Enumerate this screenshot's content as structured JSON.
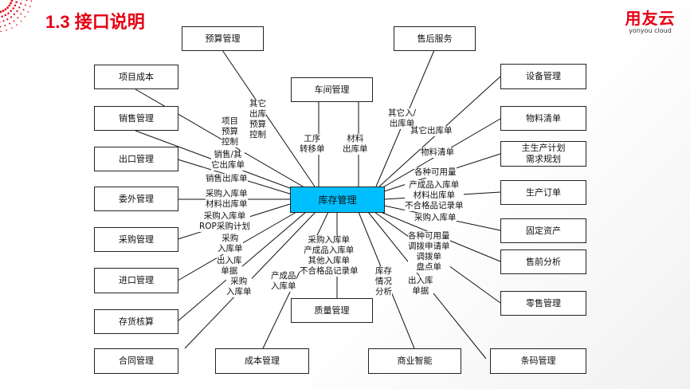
{
  "title": "1.3 接口说明",
  "logo": {
    "cn": "用友云",
    "en": "yonyou cloud"
  },
  "colors": {
    "title": "#e60012",
    "center": "#00bfff"
  },
  "center": "库存管理",
  "boxes": {
    "yusuan": "预算管理",
    "shouhou": "售后服务",
    "xiangmu": "项目成本",
    "shebei": "设备管理",
    "chejian": "车间管理",
    "xiaoshou": "销售管理",
    "wuliao": "物料清单",
    "chukou": "出口管理",
    "zhushengchan": "主生产计划\n需求规划",
    "weiwai": "委外管理",
    "shengchan": "生产订单",
    "guding": "固定资产",
    "caigou": "采购管理",
    "shouqian": "售前分析",
    "jinkou": "进口管理",
    "lingshou": "零售管理",
    "zhiliang": "质量管理",
    "cunhuo": "存货核算",
    "hetong": "合同管理",
    "chengben": "成本管理",
    "shangye": "商业智能",
    "tiaoma": "条码管理"
  },
  "labels": {
    "l_yusuan": "其它\n出库\n预算\n控制",
    "l_xiangmu": "项目\n预算\n控制",
    "l_xiaoshou": "销售/其\n它出库单",
    "l_chukou": "销售出库单",
    "l_weiwai": "采购入库单\n材料出库单",
    "l_caigou": "采购入库单\nROP采购计划",
    "l_jinkou": "采购\n入库单",
    "l_cunhuo": "出入库\n单据",
    "l_hetong": "采购\n入库单",
    "l_chengben": "产成品\n入库单",
    "l_chejian1": "工序\n转移单",
    "l_chejian2": "材料\n出库单",
    "l_zhiliang": "采购入库单\n产成品入库单\n其他入库单\n不合格品记录单",
    "l_shangye": "库存\n情况\n分析",
    "l_shouhou": "其它入/\n出库单",
    "l_shebei": "其它出库单",
    "l_wuliao": "物料清单",
    "l_zhushengchan": "各种可用量",
    "l_shengchan": "产成品入库单\n材料出库单\n不合格品记录单",
    "l_guding": "采购入库单",
    "l_shouqian": "各种可用量\n调拨申请单\n调拨单\n盘点单",
    "l_tiaoma": "出入库\n单据"
  }
}
